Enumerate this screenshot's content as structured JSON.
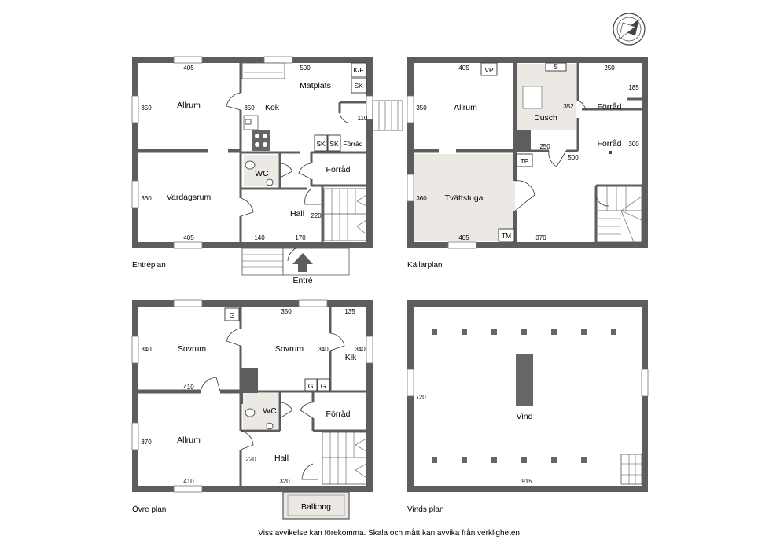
{
  "footer_note": "Viss avvikelse kan förekomma. Skala och mått kan avvika från verkligheten.",
  "plans": {
    "entre": {
      "caption": "Entréplan",
      "rooms": {
        "allrum": "Allrum",
        "vardagsrum": "Vardagsrum",
        "kok": "Kök",
        "matplats": "Matplats",
        "wc": "WC",
        "forrad1": "Förråd",
        "forrad2": "Förråd",
        "hall": "Hall",
        "entre": "Entré"
      },
      "labels": {
        "kf": "K/F",
        "sk1": "SK",
        "sk2": "SK",
        "sk3": "SK"
      },
      "dims": {
        "d405a": "405",
        "d500": "500",
        "d350a": "350",
        "d350b": "350",
        "d110": "110",
        "d360": "360",
        "d405b": "405",
        "d140": "140",
        "d170": "170",
        "d220": "220"
      }
    },
    "kallare": {
      "caption": "Källarplan",
      "rooms": {
        "allrum": "Allrum",
        "dusch": "Dusch",
        "forrad1": "Förråd",
        "forrad2": "Förråd",
        "tvattstuga": "Tvättstuga"
      },
      "labels": {
        "vp": "VP",
        "s": "S",
        "tp": "TP",
        "tm": "TM"
      },
      "dims": {
        "d405a": "405",
        "d250a": "250",
        "d185": "185",
        "d350": "350",
        "d352": "352",
        "d250b": "250",
        "d300": "300",
        "d500": "500",
        "d360": "360",
        "d405b": "405",
        "d370": "370"
      }
    },
    "ovre": {
      "caption": "Övre plan",
      "rooms": {
        "sovrum1": "Sovrum",
        "sovrum2": "Sovrum",
        "klk": "Klk",
        "wc": "WC",
        "forrad": "Förråd",
        "allrum": "Allrum",
        "hall": "Hall",
        "balkong": "Balkong"
      },
      "labels": {
        "g1": "G",
        "g2": "G",
        "g3": "G"
      },
      "dims": {
        "d350": "350",
        "d135": "135",
        "d340a": "340",
        "d340b": "340",
        "d340c": "340",
        "d410a": "410",
        "d370": "370",
        "d220": "220",
        "d410b": "410",
        "d320": "320"
      }
    },
    "vind": {
      "caption": "Vinds plan",
      "rooms": {
        "vind": "Vind"
      },
      "dims": {
        "d720": "720",
        "d915": "915"
      }
    }
  }
}
